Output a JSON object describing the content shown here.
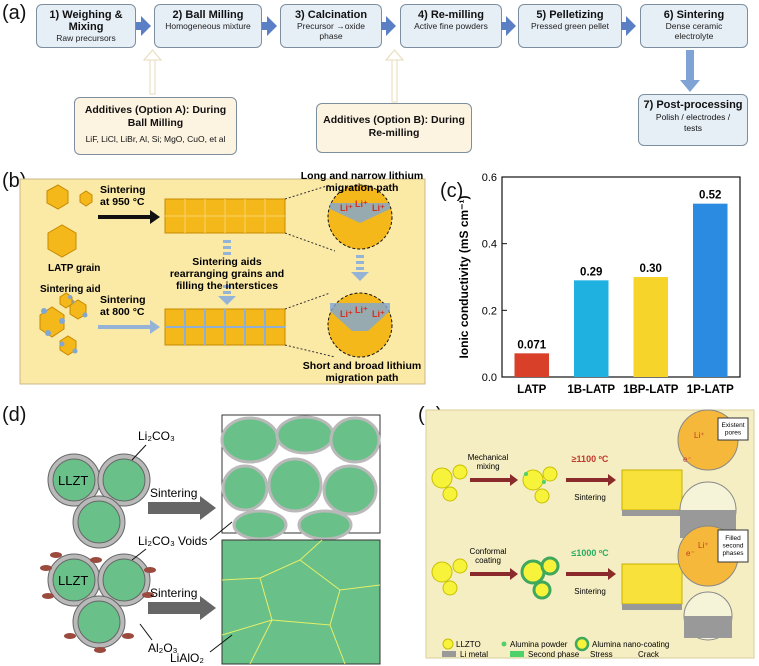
{
  "panel_labels": {
    "a": "(a)",
    "b": "(b)",
    "c": "(c)",
    "d": "(d)",
    "e": "(e)"
  },
  "flow": {
    "steps": [
      {
        "title": "1) Weighing &\nMixing",
        "sub": "Raw precursors"
      },
      {
        "title": "2) Ball Milling",
        "sub": "Homogeneous mixture"
      },
      {
        "title": "3) Calcination",
        "sub": "Precursor →oxide\nphase"
      },
      {
        "title": "4) Re-milling",
        "sub": "Active fine powders"
      },
      {
        "title": "5) Pelletizing",
        "sub": "Pressed green pellet"
      },
      {
        "title": "6) Sintering",
        "sub": "Dense ceramic\nelectrolyte"
      }
    ],
    "post": {
      "title": "7) Post-processing",
      "sub": "Polish / electrodes /\ntests"
    },
    "additive_a": {
      "title": "Additives (Option A): During\nBall Milling",
      "sub": "LiF, LiCl, LiBr, Al, Si; MgO, CuO, et al"
    },
    "additive_b": {
      "title": "Additives (Option B): During\nRe-milling"
    }
  },
  "panel_b": {
    "sinter_950": "Sintering\nat 950 °C",
    "sinter_800": "Sintering\nat 800 °C",
    "latp_grain": "LATP grain",
    "sintering_aid": "Sintering aid",
    "middle_text": "Sintering aids\nrearranging grains and\nfilling the interstices",
    "long_path": "Long and narrow lithium\nmigration path",
    "short_path": "Short and broad lithium\nmigration path",
    "li_ion": "Li⁺",
    "colors": {
      "bg": "#fbe9a6",
      "grain": "#f4b81b",
      "aid": "#7fa6d6",
      "arrow": "#95b3d7"
    }
  },
  "chart_data": {
    "type": "bar",
    "categories": [
      "LATP",
      "1B-LATP",
      "1BP-LATP",
      "1P-LATP"
    ],
    "values": [
      0.071,
      0.29,
      0.3,
      0.52
    ],
    "value_labels": [
      "0.071",
      "0.29",
      "0.30",
      "0.52"
    ],
    "colors": [
      "#d9402a",
      "#1fb2e0",
      "#f6d42a",
      "#2a8be0"
    ],
    "ylabel": "Ionic conductivity  (mS cm⁻¹)",
    "ylim": [
      0,
      0.6
    ],
    "yticks": [
      "0.0",
      "0.2",
      "0.4",
      "0.6"
    ]
  },
  "panel_d": {
    "llzt": "LLZT",
    "li2co3": "Li₂CO₃",
    "sintering": "Sintering",
    "voids": "Voids",
    "al2o3": "Al₂O₃",
    "lialo2": "LiAlO₂"
  },
  "panel_e": {
    "mechanical": "Mechanical\nmixing",
    "conformal": "Conformal\ncoating",
    "temp_high": "≥1100 ºC",
    "temp_low": "≤1000 ºC",
    "sintering": "Sintering",
    "existent_pores": "Existent\npores",
    "filled": "Filled\nsecond\nphases",
    "li_ion": "Li⁺",
    "electron": "e⁻",
    "legend": [
      "LLZTO",
      "Alumina powder",
      "Alumina nano-coating",
      "Li metal",
      "Second phase",
      "Stress",
      "Crack"
    ]
  }
}
